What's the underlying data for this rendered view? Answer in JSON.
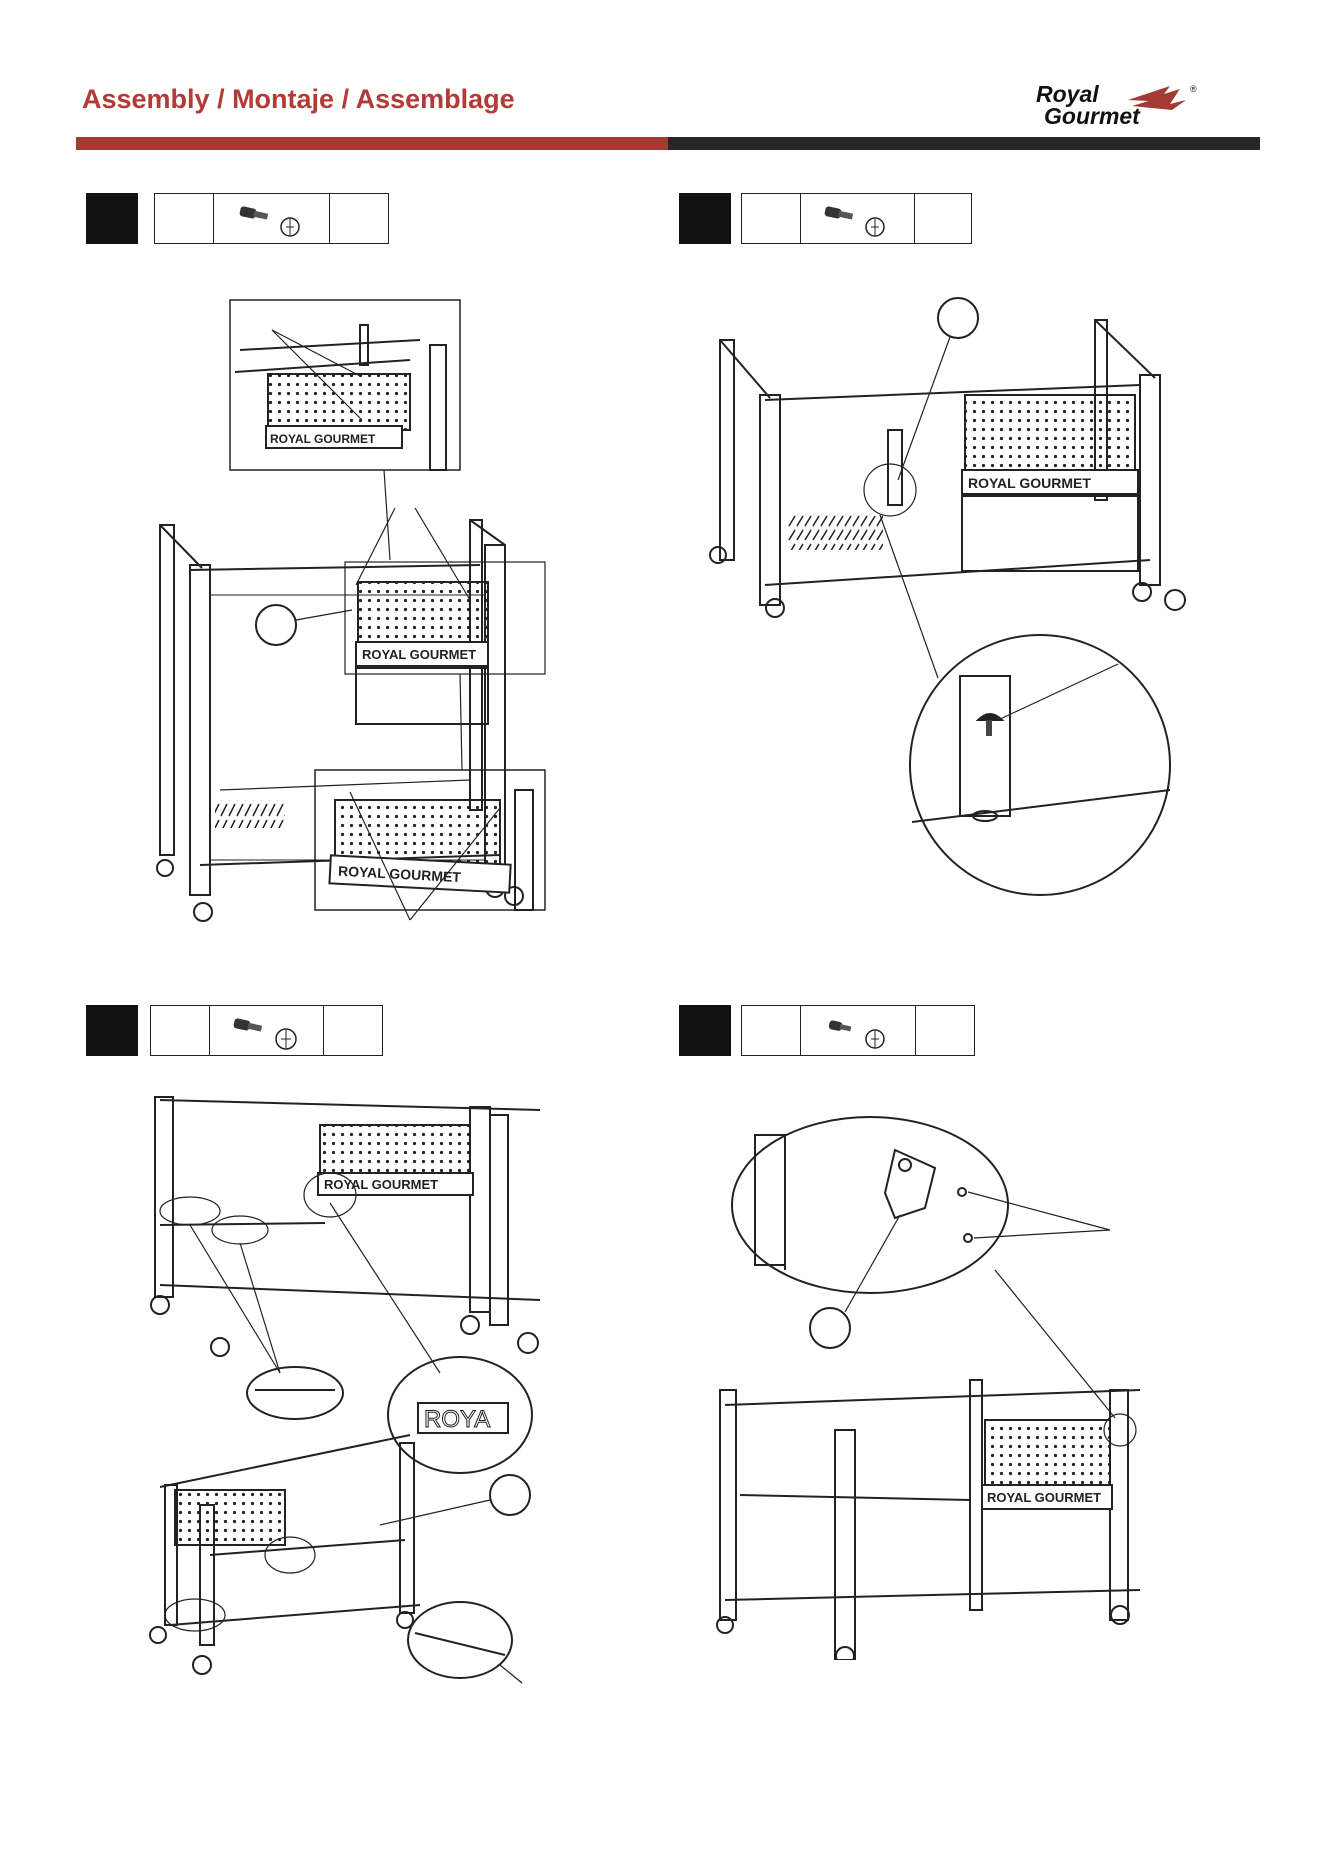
{
  "header": {
    "title": "Assembly / Montaje / Assemblage",
    "brand_line1": "Royal",
    "brand_line2": "Gourmet",
    "registered_mark": "®"
  },
  "colors": {
    "accent_red": "#a43a34",
    "title_red": "#b33a36",
    "bar_dark": "#2a2626"
  },
  "panel_text": "ROYAL GOURMET",
  "panel_text_partial": "ROYA",
  "steps": [
    {
      "icon": "bolt-and-washer-icon"
    },
    {
      "icon": "bolt-and-washer-icon"
    },
    {
      "icon": "bolt-and-washer-icon"
    },
    {
      "icon": "bolt-and-washer-icon"
    }
  ]
}
